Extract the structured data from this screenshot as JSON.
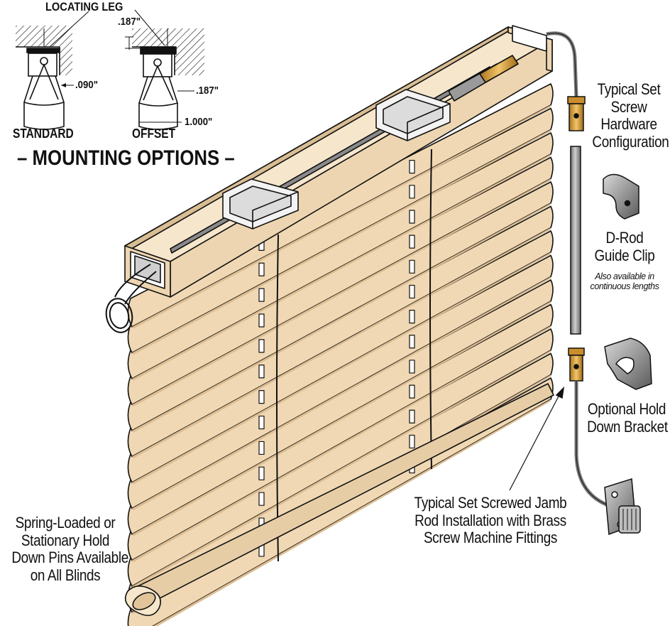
{
  "mounting": {
    "locating_leg": "LOCATING LEG",
    "dim_090": ".090\"",
    "dim_187_top": ".187\"",
    "dim_187_side": ".187\"",
    "dim_1000": "1.000\"",
    "standard": "STANDARD",
    "offset": "OFFSET",
    "title": "– MOUNTING OPTIONS –"
  },
  "labels": {
    "typical_set_screw": [
      "Typical Set",
      "Screw",
      "Hardware",
      "Configuration"
    ],
    "d_rod_guide_clip": [
      "D-Rod",
      "Guide Clip"
    ],
    "also_available": [
      "Also available in",
      "continuous lengths"
    ],
    "hold_down_bracket": [
      "Optional Hold",
      "Down Bracket"
    ],
    "jamb_rod": [
      "Typical Set Screwed Jamb",
      "Rod Installation with Brass",
      "Screw Machine Fittings"
    ],
    "hold_down_pins": [
      "Spring-Loaded or",
      "Stationary Hold",
      "Down Pins Available",
      "on All Blinds"
    ]
  },
  "colors": {
    "slat": "#f0d8b4",
    "slat_shade": "#dcbd92",
    "headrail": "#ecd5b0",
    "headrail_inner": "#f6e6cc",
    "brass": "#d9a441",
    "rod": "#8e8e8e",
    "line": "#111111"
  }
}
